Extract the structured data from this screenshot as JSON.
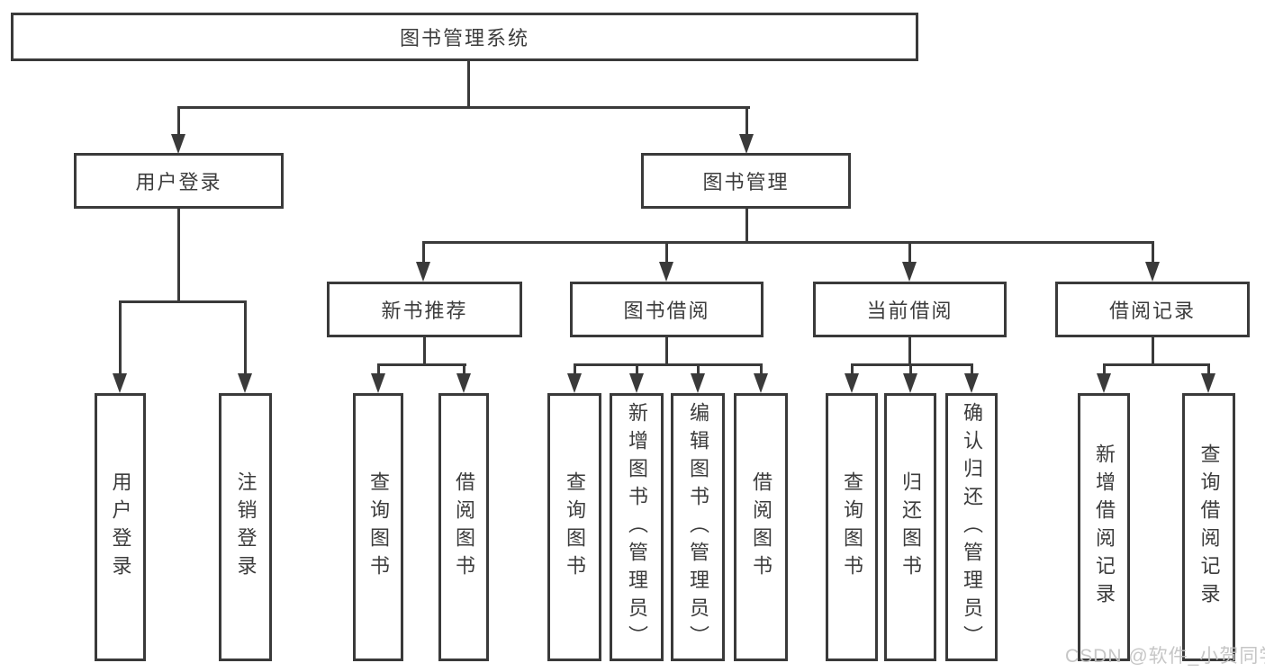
{
  "diagram_title": "图书管理系统",
  "tree": {
    "root": "图书管理系统",
    "children": [
      {
        "label": "用户登录",
        "children": [
          "用户登录",
          "注销登录"
        ]
      },
      {
        "label": "图书管理",
        "children": [
          {
            "label": "新书推荐",
            "children": [
              "查询图书",
              "借阅图书"
            ]
          },
          {
            "label": "图书借阅",
            "children": [
              "查询图书",
              "新增图书（管理员）",
              "编辑图书（管理员）",
              "借阅图书"
            ]
          },
          {
            "label": "当前借阅",
            "children": [
              "查询图书",
              "归还图书",
              "确认归还（管理员）"
            ]
          },
          {
            "label": "借阅记录",
            "children": [
              "新增借阅记录",
              "查询借阅记录"
            ]
          }
        ]
      }
    ]
  },
  "watermark": "CSDN @软件_小贺同学",
  "colors": {
    "line": "#3a3a3a",
    "text": "#3c3c3c",
    "background": "#ffffff",
    "watermark": "#c3c3c3"
  }
}
